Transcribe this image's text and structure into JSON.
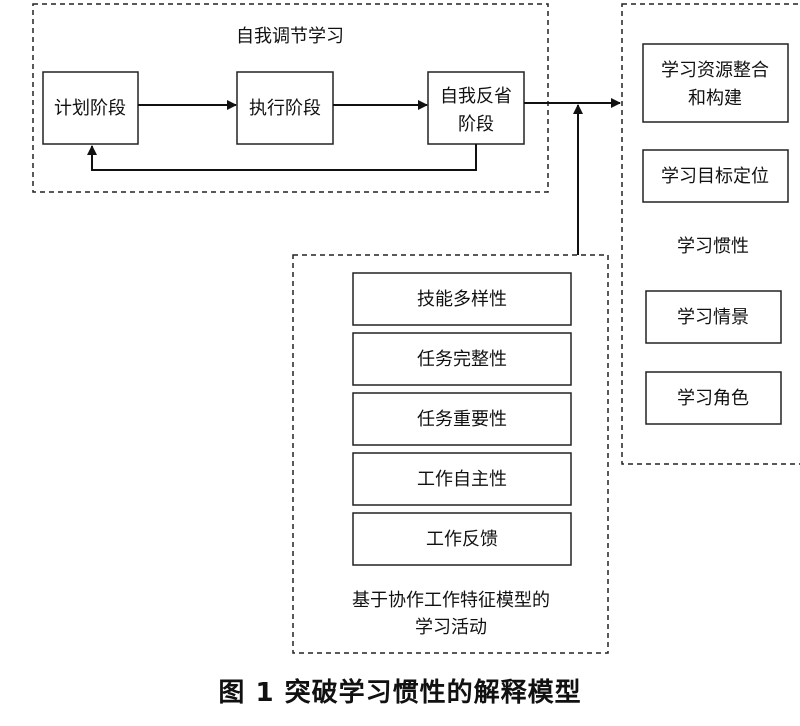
{
  "diagram": {
    "groups": {
      "self_regulated_learning": "自我调节学习",
      "learning_inertia": "学习惯性",
      "cooperative_activity_line1": "基于协作工作特征模型的",
      "cooperative_activity_line2": "学习活动"
    },
    "stages": {
      "plan": "计划阶段",
      "execute": "执行阶段",
      "reflect_line1": "自我反省",
      "reflect_line2": "阶段"
    },
    "inertia_items": {
      "resource_line1": "学习资源整合",
      "resource_line2": "和构建",
      "goal": "学习目标定位",
      "scene": "学习情景",
      "role": "学习角色"
    },
    "characteristics": [
      "技能多样性",
      "任务完整性",
      "任务重要性",
      "工作自主性",
      "工作反馈"
    ]
  },
  "caption": "图 1  突破学习惯性的解释模型"
}
